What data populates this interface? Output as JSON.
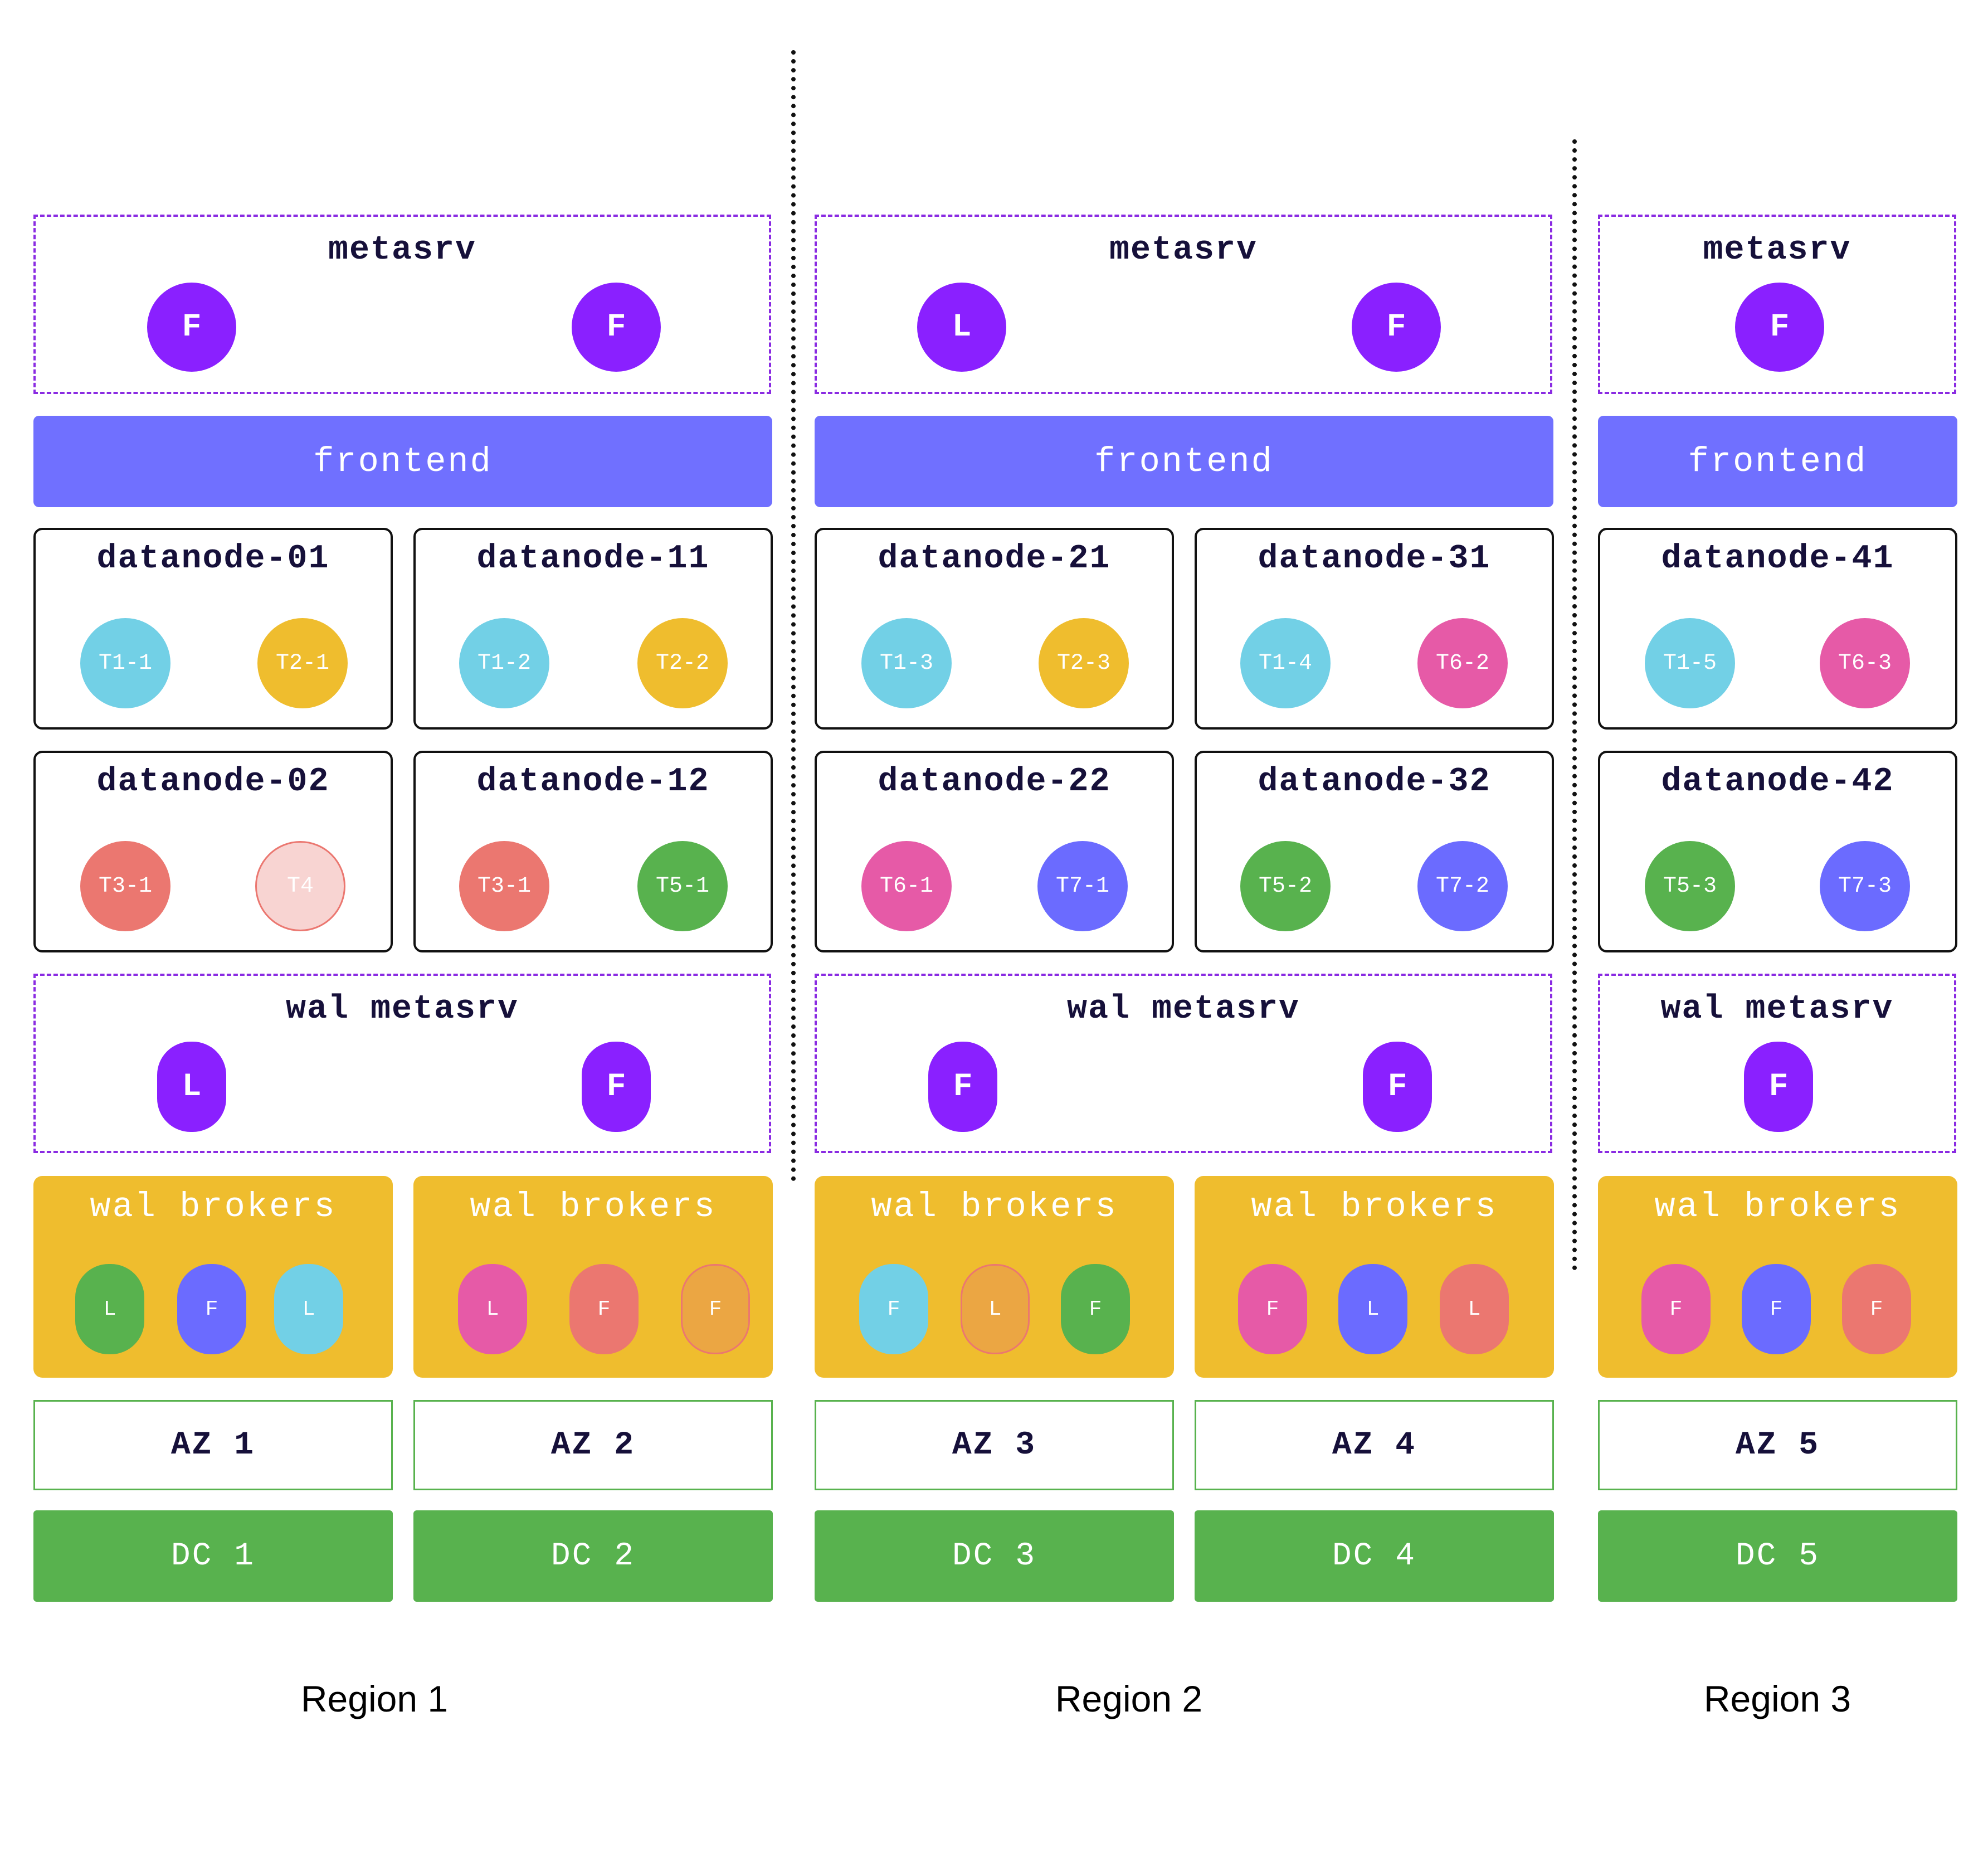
{
  "colors": {
    "purple": "#8a20ff",
    "frontend": "#7070ff",
    "cyan": "#72d0e6",
    "yellow": "#efbd2e",
    "pink": "#e65aa7",
    "salmon": "#eb7770",
    "salmon_faded": "#f8d4d2",
    "green": "#58b24e",
    "indigo": "#6b6bff"
  },
  "regions": [
    {
      "label": "Region 1",
      "metasrv": {
        "title": "metasrv",
        "roles": [
          "F",
          "F"
        ]
      },
      "frontend": "frontend",
      "datanodes": [
        {
          "name": "datanode-01",
          "tables": [
            {
              "label": "T1-1",
              "color": "cyan"
            },
            {
              "label": "T2-1",
              "color": "yellow"
            }
          ]
        },
        {
          "name": "datanode-11",
          "tables": [
            {
              "label": "T1-2",
              "color": "cyan"
            },
            {
              "label": "T2-2",
              "color": "yellow"
            }
          ]
        },
        {
          "name": "datanode-02",
          "tables": [
            {
              "label": "T3-1",
              "color": "salmon"
            },
            {
              "label": "T4",
              "color": "salmon_faded"
            }
          ]
        },
        {
          "name": "datanode-12",
          "tables": [
            {
              "label": "T3-1",
              "color": "salmon"
            },
            {
              "label": "T5-1",
              "color": "green"
            }
          ]
        }
      ],
      "wal_metasrv": {
        "title": "wal metasrv",
        "roles": [
          "L",
          "F"
        ]
      },
      "wal_brokers": [
        {
          "title": "wal brokers",
          "items": [
            {
              "label": "L",
              "color": "green"
            },
            {
              "label": "F",
              "color": "indigo"
            },
            {
              "label": "L",
              "color": "cyan"
            }
          ]
        },
        {
          "title": "wal brokers",
          "items": [
            {
              "label": "L",
              "color": "pink"
            },
            {
              "label": "F",
              "color": "salmon"
            },
            {
              "label": "F",
              "color": "yellow"
            }
          ]
        }
      ],
      "azs": [
        "AZ 1",
        "AZ 2"
      ],
      "dcs": [
        "DC 1",
        "DC 2"
      ]
    },
    {
      "label": "Region 2",
      "metasrv": {
        "title": "metasrv",
        "roles": [
          "L",
          "F"
        ]
      },
      "frontend": "frontend",
      "datanodes": [
        {
          "name": "datanode-21",
          "tables": [
            {
              "label": "T1-3",
              "color": "cyan"
            },
            {
              "label": "T2-3",
              "color": "yellow"
            }
          ]
        },
        {
          "name": "datanode-31",
          "tables": [
            {
              "label": "T1-4",
              "color": "cyan"
            },
            {
              "label": "T6-2",
              "color": "pink"
            }
          ]
        },
        {
          "name": "datanode-22",
          "tables": [
            {
              "label": "T6-1",
              "color": "pink"
            },
            {
              "label": "T7-1",
              "color": "indigo"
            }
          ]
        },
        {
          "name": "datanode-32",
          "tables": [
            {
              "label": "T5-2",
              "color": "green"
            },
            {
              "label": "T7-2",
              "color": "indigo"
            }
          ]
        }
      ],
      "wal_metasrv": {
        "title": "wal metasrv",
        "roles": [
          "F",
          "F"
        ]
      },
      "wal_brokers": [
        {
          "title": "wal brokers",
          "items": [
            {
              "label": "F",
              "color": "cyan"
            },
            {
              "label": "L",
              "color": "yellow"
            },
            {
              "label": "F",
              "color": "green"
            }
          ]
        },
        {
          "title": "wal brokers",
          "items": [
            {
              "label": "F",
              "color": "pink"
            },
            {
              "label": "L",
              "color": "indigo"
            },
            {
              "label": "L",
              "color": "salmon"
            }
          ]
        }
      ],
      "azs": [
        "AZ 3",
        "AZ 4"
      ],
      "dcs": [
        "DC 3",
        "DC 4"
      ]
    },
    {
      "label": "Region 3",
      "metasrv": {
        "title": "metasrv",
        "roles": [
          "F"
        ]
      },
      "frontend": "frontend",
      "datanodes": [
        {
          "name": "datanode-41",
          "tables": [
            {
              "label": "T1-5",
              "color": "cyan"
            },
            {
              "label": "T6-3",
              "color": "pink"
            }
          ]
        },
        {
          "name": "datanode-42",
          "tables": [
            {
              "label": "T5-3",
              "color": "green"
            },
            {
              "label": "T7-3",
              "color": "indigo"
            }
          ]
        }
      ],
      "wal_metasrv": {
        "title": "wal metasrv",
        "roles": [
          "F"
        ]
      },
      "wal_brokers": [
        {
          "title": "wal brokers",
          "items": [
            {
              "label": "F",
              "color": "pink"
            },
            {
              "label": "F",
              "color": "indigo"
            },
            {
              "label": "F",
              "color": "salmon"
            }
          ]
        }
      ],
      "azs": [
        "AZ 5"
      ],
      "dcs": [
        "DC 5"
      ]
    }
  ]
}
